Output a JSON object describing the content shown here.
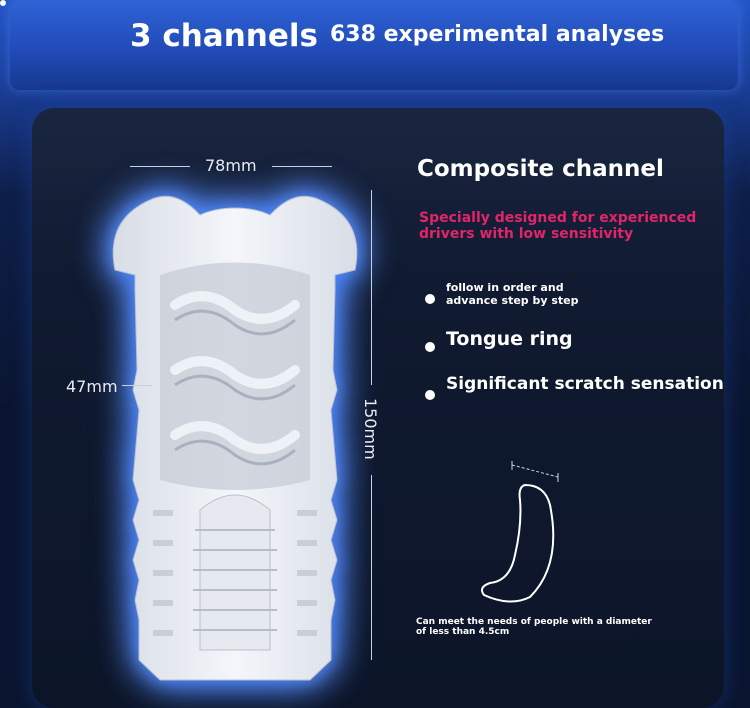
{
  "header": {
    "title": "3 channels",
    "subtitle": "638 experimental analyses"
  },
  "dimensions": {
    "width_top": "78mm",
    "width_mid": "47mm",
    "height": "150mm"
  },
  "info": {
    "title": "Composite channel",
    "subtitle": "Specially designed for experienced drivers with low sensitivity",
    "features": [
      "follow in order and advance step by step",
      "Tongue ring",
      "Significant scratch sensation"
    ],
    "footnote": "Can meet the needs of people with a diameter of less than 4.5cm"
  },
  "colors": {
    "accent": "#e2246a",
    "header": "#2456c8",
    "panel": "#101a30"
  }
}
